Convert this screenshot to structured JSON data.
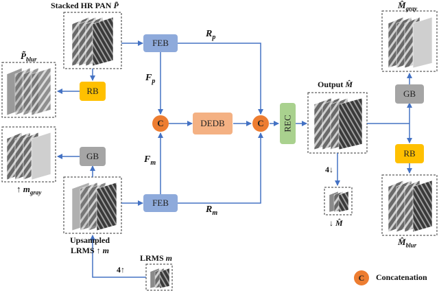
{
  "labels": {
    "stacked_pan": "Stacked HR PAN",
    "stacked_pan_sym": "P̃",
    "p_blur_base": "P̃",
    "p_blur_sub": "blur",
    "m_gray_prefix": "↑",
    "m_gray_base": "m",
    "m_gray_sub": "gray",
    "upsampled_line1": "Upsampled",
    "upsampled_line2": "LRMS ↑",
    "upsampled_sym": "m",
    "lrms": "LRMS",
    "lrms_sym": "m",
    "scale_up": "4↑",
    "scale_down": "4↓",
    "output": "Output",
    "output_sym": "M̂",
    "down_m": "↓ M̂",
    "M_gray_base": "M̂",
    "M_gray_sub": "gray",
    "M_blur_base": "M̂",
    "M_blur_sub": "blur",
    "fp_base": "F",
    "fp_sub": "p",
    "fm_base": "F",
    "fm_sub": "m",
    "rp_base": "R",
    "rp_sub": "p",
    "rm_base": "R",
    "rm_sub": "m",
    "concat_legend": "Concatenation"
  },
  "blocks": {
    "feb_top": "FEB",
    "feb_bottom": "FEB",
    "rb_left": "RB",
    "gb_left": "GB",
    "dedb": "DEDB",
    "rec": "REC",
    "gb_right": "GB",
    "rb_right": "RB",
    "concat": "C"
  },
  "colors": {
    "feb": "#8eaadb",
    "rb": "#ffc000",
    "gb": "#a5a5a5",
    "dedb": "#f4b183",
    "rec": "#a9d18e",
    "concat": "#ed7d31",
    "arrow": "#4472c4"
  }
}
